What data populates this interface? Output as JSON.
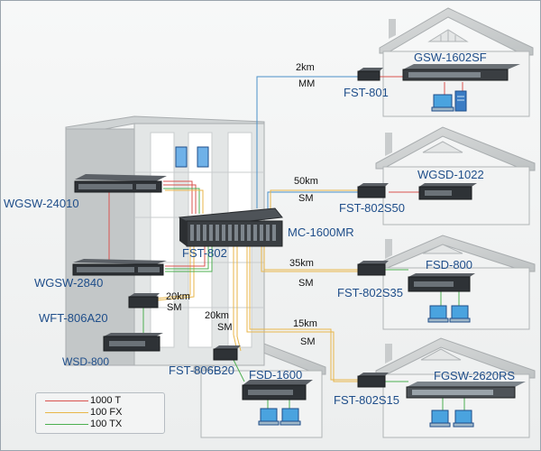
{
  "links": {
    "fst801": {
      "distance": "2km",
      "mode": "MM"
    },
    "fst802s50": {
      "distance": "50km",
      "mode": "SM"
    },
    "fst802s35": {
      "distance": "35km",
      "mode": "SM"
    },
    "fst802s15": {
      "distance": "15km",
      "mode": "SM"
    },
    "wft806a20": {
      "distance": "20km",
      "mode": "SM"
    },
    "fst806b20": {
      "distance": "20km",
      "mode": "SM"
    }
  },
  "devices": {
    "gsw1602sf": "GSW-1602SF",
    "fst801": "FST-801",
    "wgsd1022": "WGSD-1022",
    "fst802s50": "FST-802S50",
    "mc1600mr": "MC-1600MR",
    "wgsw24010": "WGSW-24010",
    "fst802": "FST-802",
    "wgsw2840": "WGSW-2840",
    "fsd800": "FSD-800",
    "fst802s35": "FST-802S35",
    "wft806a20": "WFT-806A20",
    "wsd800": "WSD-800",
    "fst806b20": "FST-806B20",
    "fsd1600": "FSD-1600",
    "fgsw2620rs": "FGSW-2620RS",
    "fst802s15": "FST-802S15"
  },
  "legend": [
    {
      "label": "1000 T",
      "color": "#d9534f"
    },
    {
      "label": "100 FX",
      "color": "#e8b64a"
    },
    {
      "label": "100 TX",
      "color": "#4caf50"
    }
  ],
  "colors": {
    "mm_fiber": "#4a90c8",
    "sm_fiber": "#e8b64a",
    "gigabit_copper": "#d9534f",
    "fast_copper": "#4caf50"
  }
}
